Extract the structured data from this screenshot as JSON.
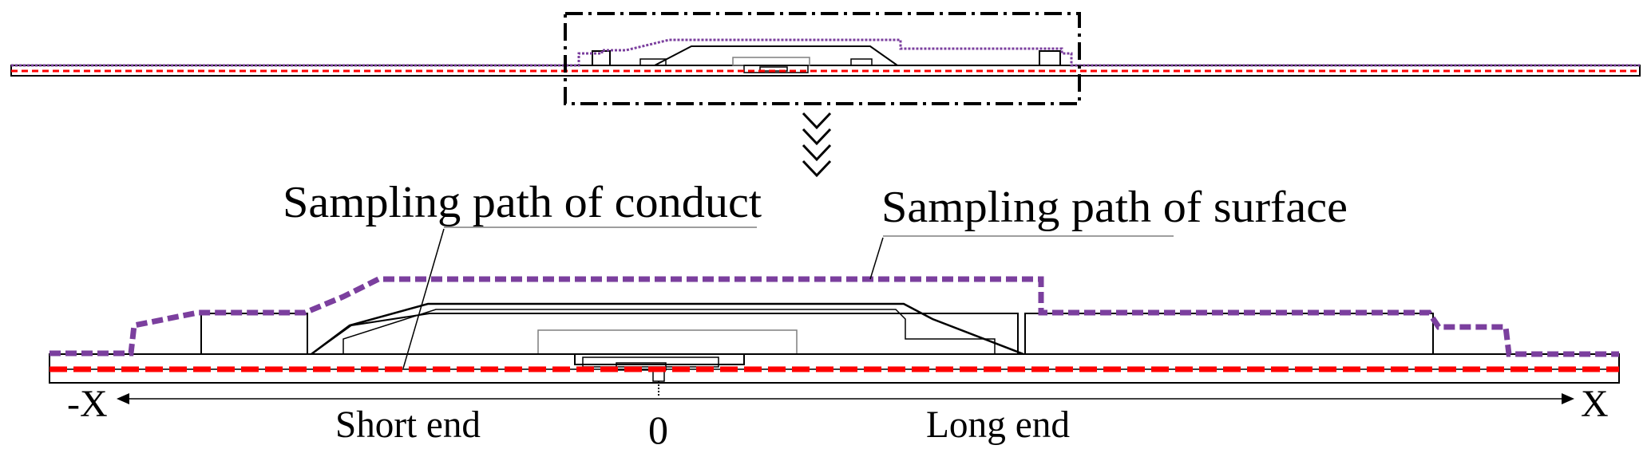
{
  "labels": {
    "conductor_path": "Sampling path of conduct",
    "surface_path": "Sampling path of surface",
    "neg_x": "-X",
    "pos_x": "X",
    "short_end": "Short end",
    "origin": "0",
    "long_end": "Long end"
  },
  "colors": {
    "surface_path": "#7B3F9E",
    "conductor_path": "#FF0000",
    "outline": "#000000",
    "thin_outline": "#7f7f7f",
    "background": "#ffffff"
  }
}
